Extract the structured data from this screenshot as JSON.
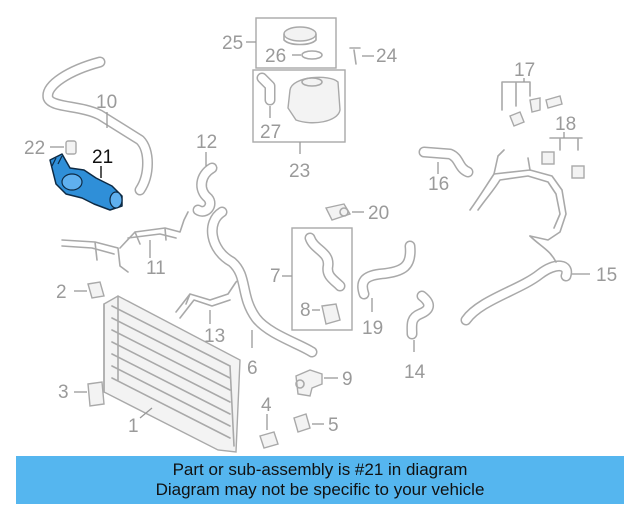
{
  "diagram": {
    "highlighted_part": "21",
    "callouts": {
      "c1": "1",
      "c2": "2",
      "c3": "3",
      "c4": "4",
      "c5": "5",
      "c6": "6",
      "c7": "7",
      "c8": "8",
      "c9": "9",
      "c10": "10",
      "c11": "11",
      "c12": "12",
      "c13": "13",
      "c14": "14",
      "c15": "15",
      "c16": "16",
      "c17": "17",
      "c18": "18",
      "c19": "19",
      "c20": "20",
      "c21": "21",
      "c22": "22",
      "c23": "23",
      "c24": "24",
      "c25": "25",
      "c26": "26",
      "c27": "27"
    },
    "colors": {
      "part_outline": "#a9a9a9",
      "highlight": "#2f8fd8",
      "banner": "#55b6ef"
    }
  },
  "banner": {
    "line1": "Part or sub-assembly is #21 in diagram",
    "line2": "Diagram may not be specific to your vehicle"
  }
}
